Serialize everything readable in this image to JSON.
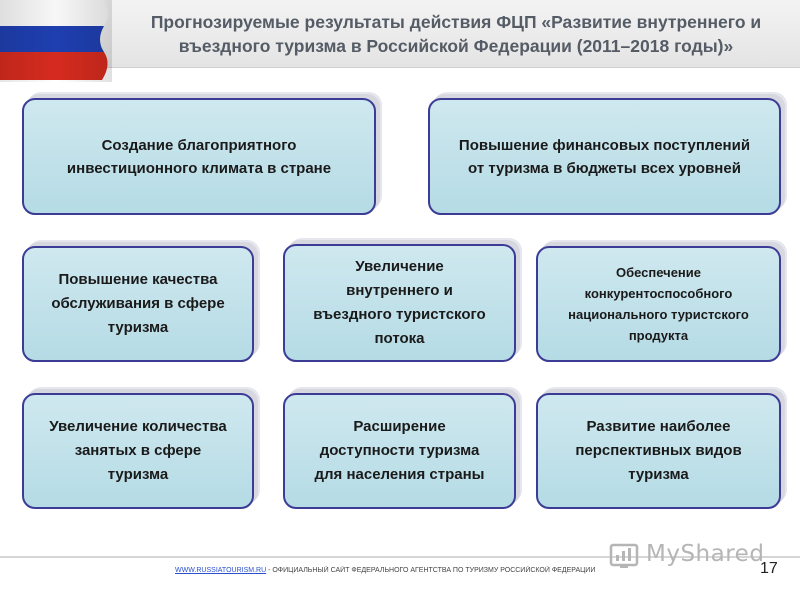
{
  "header": {
    "title_line1": "Прогнозируемые результаты действия ФЦП «Развитие внутреннего и",
    "title_line2": "въездного туризма в Российской Федерации (2011–2018 годы)»",
    "flag_colors": [
      "#ffffff",
      "#1f3fb0",
      "#d52b1e"
    ]
  },
  "cards": [
    {
      "lines": [
        "Создание благоприятного",
        "инвестиционного климата в стране"
      ]
    },
    {
      "lines": [
        "Повышение финансовых поступлений",
        "от туризма в бюджеты всех уровней"
      ]
    },
    {
      "lines": [
        "Повышение качества",
        "обслуживания в сфере",
        "туризма"
      ]
    },
    {
      "lines": [
        "Увеличение",
        "внутреннего и",
        "въездного туристского",
        "потока"
      ]
    },
    {
      "lines": [
        "Обеспечение",
        "конкурентоспособного",
        "национального туристского",
        "продукта"
      ]
    },
    {
      "lines": [
        "Увеличение количества",
        "занятых в сфере",
        "туризма"
      ]
    },
    {
      "lines": [
        "Расширение",
        "доступности туризма",
        "для населения страны"
      ]
    },
    {
      "lines": [
        "Развитие наиболее",
        "перспективных видов",
        "туризма"
      ]
    }
  ],
  "footer": {
    "link_text": "WWW.RUSSIATOURISM.RU",
    "description": " - ОФИЦИАЛЬНЫЙ САЙТ ФЕДЕРАЛЬНОГО АГЕНТСТВА ПО ТУРИЗМУ РОССИЙСКОЙ ФЕДЕРАЦИИ",
    "page_number": "17"
  },
  "watermark": {
    "text": "MyShared",
    "icon": "myshared-logo-icon"
  },
  "colors": {
    "card_border": "#3c3c96",
    "card_fill": "#c3e2ea",
    "title": "#555c66"
  }
}
